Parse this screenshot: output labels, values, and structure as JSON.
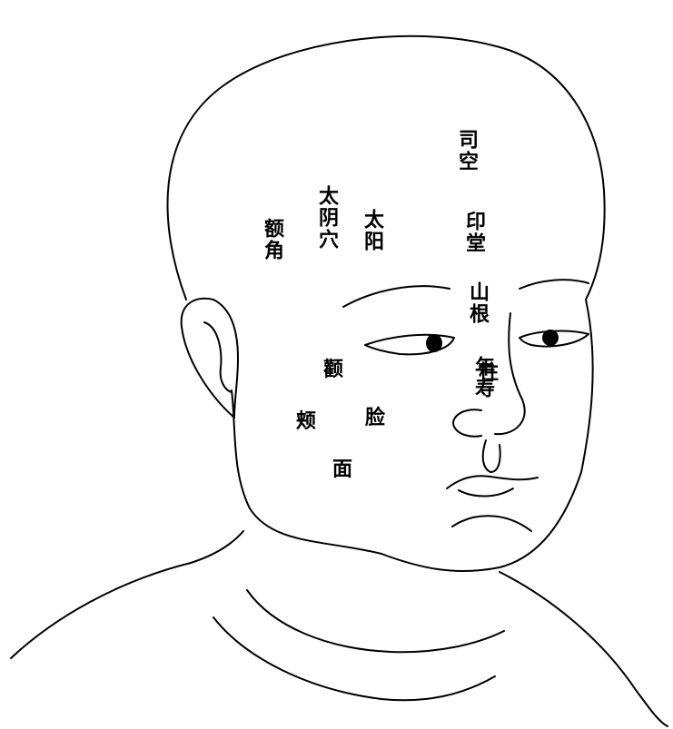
{
  "labels": {
    "sikong": "司空",
    "yintang": "印堂",
    "shangen": "山根",
    "nianshou": "年寿",
    "zhu": "柱",
    "taiyin_xue": "太阴穴",
    "taiyang": "太阳",
    "e_jiao": "额角",
    "quan": "颧",
    "jia": "颊",
    "lian": "脸",
    "mian": "面"
  },
  "colors": {
    "ink": "#000000",
    "paper": "#ffffff"
  }
}
